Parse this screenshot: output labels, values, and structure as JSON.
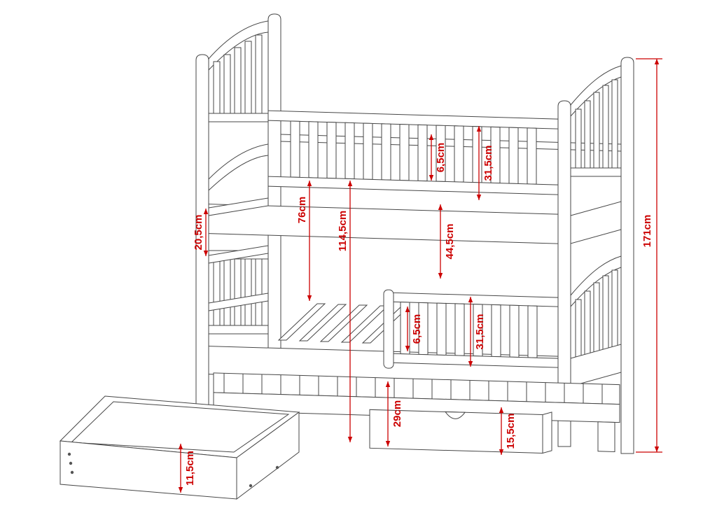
{
  "diagram": {
    "subject": "Bunk bed with ladder, trundle bed and storage drawers - technical dimension drawing",
    "colors": {
      "line": "#474747",
      "dimension": "#cc0000",
      "background": "#ffffff"
    },
    "dimensions": {
      "overall_height": {
        "label": "171cm"
      },
      "ladder_step_spacing": {
        "label": "20,5cm"
      },
      "upper_base_height": {
        "label": "76cm"
      },
      "upper_total_height": {
        "label": "114,5cm"
      },
      "upper_rail_gap": {
        "label": "6,5cm"
      },
      "upper_guard_height": {
        "label": "31,5cm"
      },
      "bunk_clearance": {
        "label": "44,5cm"
      },
      "lower_rail_gap": {
        "label": "6,5cm"
      },
      "lower_guard_height": {
        "label": "31,5cm"
      },
      "trundle_section_height": {
        "label": "29cm"
      },
      "drawer_front_height": {
        "label": "15,5cm"
      },
      "drawer_side_height": {
        "label": "11,5cm"
      }
    }
  }
}
